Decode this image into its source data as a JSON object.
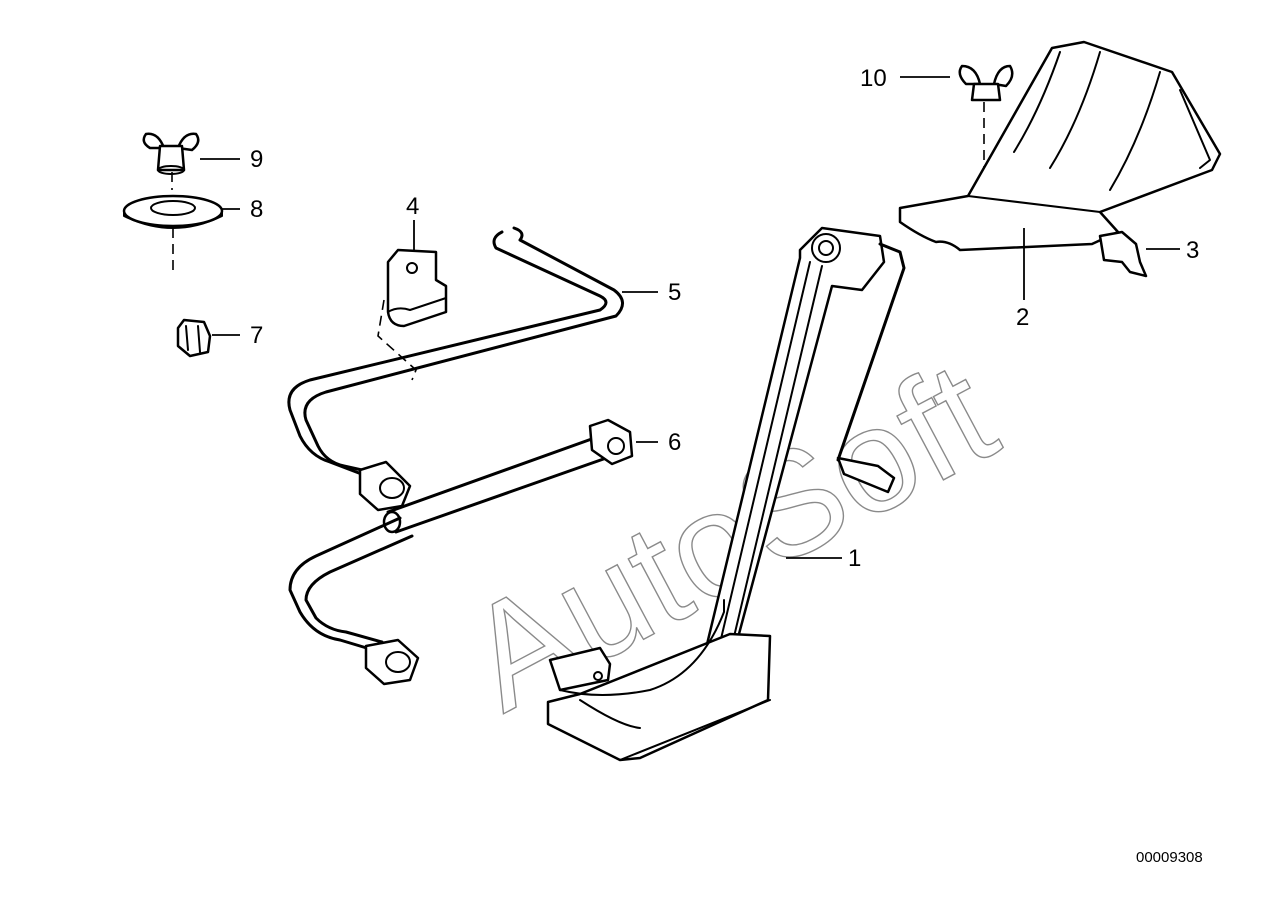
{
  "diagram": {
    "watermark": "AutoSoft",
    "reference_number": "00009308",
    "callouts": [
      {
        "id": "1",
        "label": "1"
      },
      {
        "id": "2",
        "label": "2"
      },
      {
        "id": "3",
        "label": "3"
      },
      {
        "id": "4",
        "label": "4"
      },
      {
        "id": "5",
        "label": "5"
      },
      {
        "id": "6",
        "label": "6"
      },
      {
        "id": "7",
        "label": "7"
      },
      {
        "id": "8",
        "label": "8"
      },
      {
        "id": "9",
        "label": "9"
      },
      {
        "id": "10",
        "label": "10"
      }
    ]
  }
}
